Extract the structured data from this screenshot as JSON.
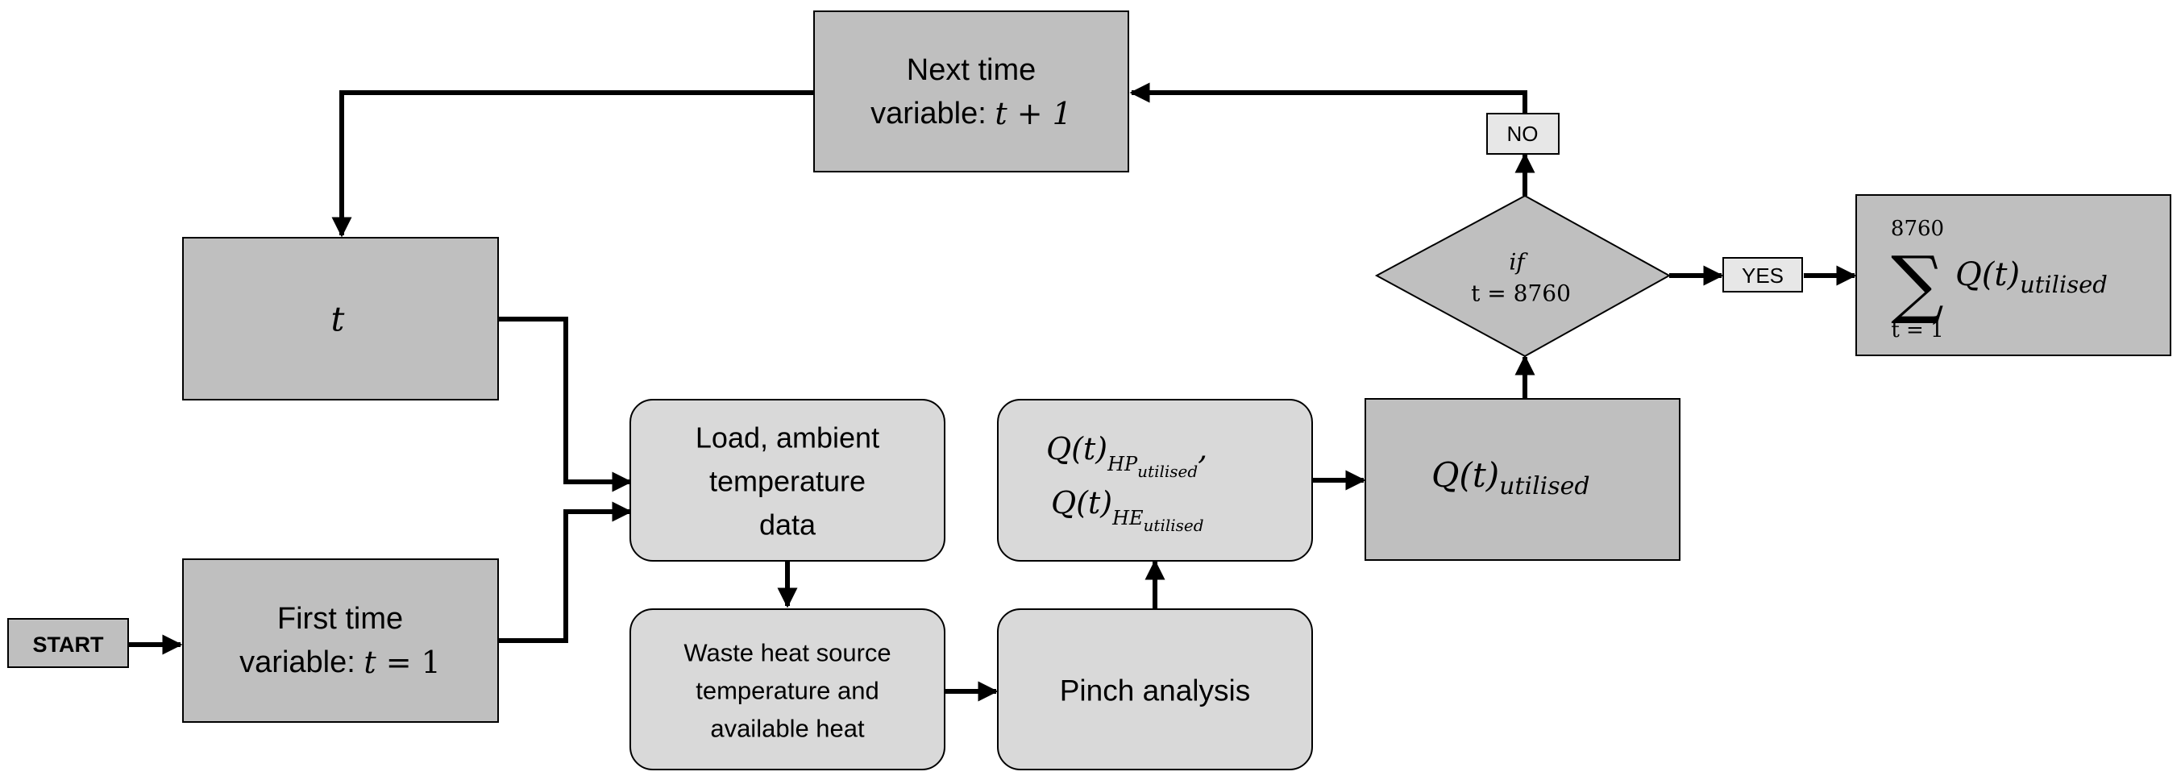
{
  "nodes": {
    "start": {
      "label": "START"
    },
    "first_time": {
      "line1": "First time",
      "line2_prefix": "variable: ",
      "math_var": "t",
      "math_rest": " = 1"
    },
    "t_box": {
      "math": "t"
    },
    "load_data": {
      "line1": "Load, ambient",
      "line2": "temperature",
      "line3": "data"
    },
    "waste_heat": {
      "line1": "Waste heat source",
      "line2": "temperature and",
      "line3": "available heat"
    },
    "pinch": {
      "label": "Pinch analysis"
    },
    "q_hp_he": {
      "hp_base": "Q(t)",
      "hp_sub": "HP",
      "hp_subsub": "utilised",
      "comma": ",",
      "he_base": "Q(t)",
      "he_sub": "HE",
      "he_subsub": "utilised"
    },
    "q_utilised": {
      "base": "Q(t)",
      "sub": "utilised"
    },
    "decision": {
      "line1": "if",
      "line2": "t = 8760"
    },
    "yes": {
      "label": "YES"
    },
    "no": {
      "label": "NO"
    },
    "next_time": {
      "line1": "Next time",
      "line2_prefix": "variable:  ",
      "math": "t + 1"
    },
    "sum": {
      "upper": "8760",
      "symbol": "∑",
      "lower": "t = 1",
      "base": "Q(t)",
      "sub": "utilised"
    }
  },
  "colors": {
    "dark_fill": "#bfbfbf",
    "light_fill": "#d9d9d9",
    "stroke": "#000000",
    "label_fill": "#e7e7e7"
  }
}
